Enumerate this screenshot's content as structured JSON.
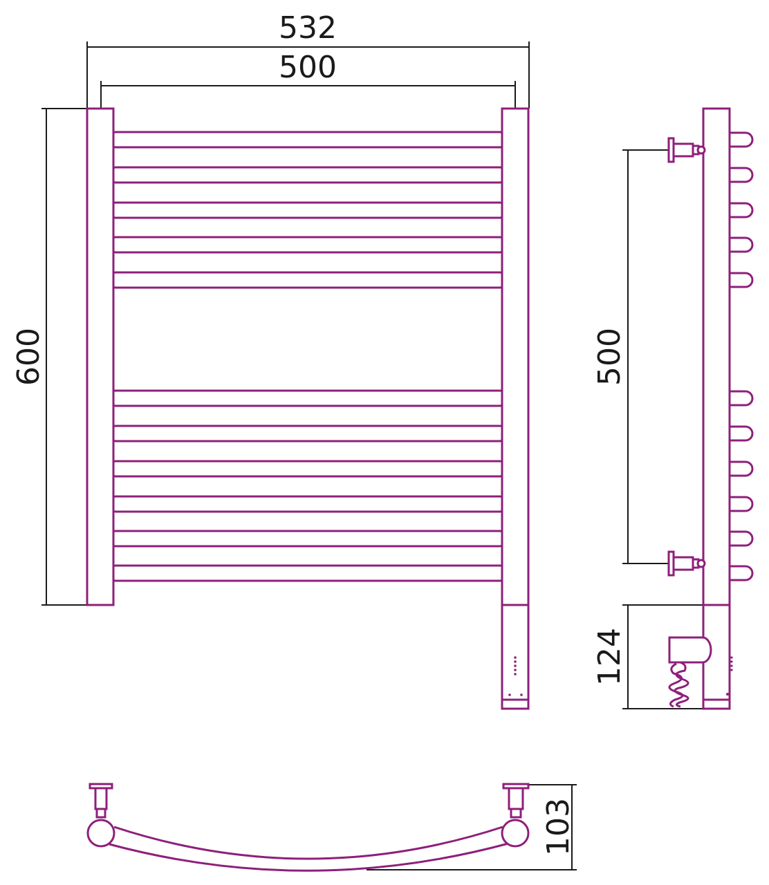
{
  "colors": {
    "outline": "#8e1f7a",
    "dimension": "#1a1a1a"
  },
  "dimensions": {
    "overall_width": "532",
    "center_width": "500",
    "height": "600",
    "side_center_height": "500",
    "heater_height": "124",
    "depth": "103"
  }
}
